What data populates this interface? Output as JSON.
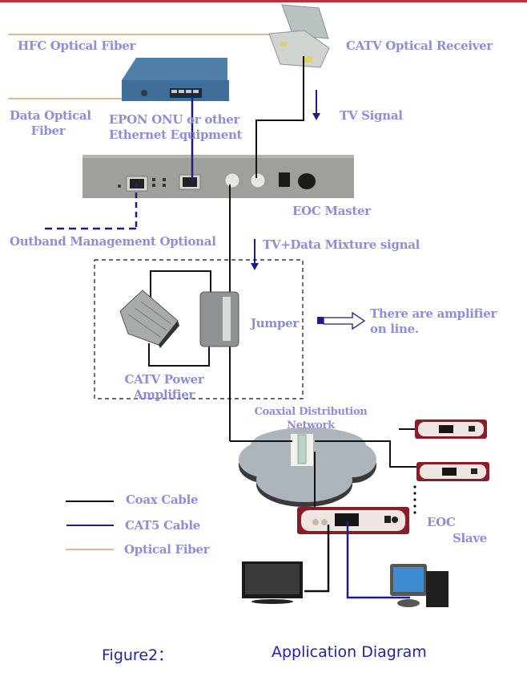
{
  "diagram": {
    "labels": {
      "hfc_fiber": "HFC Optical Fiber",
      "catv_receiver": "CATV Optical Receiver",
      "data_fiber_line1": "Data Optical",
      "data_fiber_line2": "Fiber",
      "epon_line1": "EPON ONU or other",
      "epon_line2": "Ethernet Equipment",
      "tv_signal": "TV Signal",
      "eoc_master": "EOC Master",
      "outband": "Outband Management Optional",
      "mixture": "TV+Data Mixture signal",
      "jumper": "Jumper",
      "amp_note_line1": "There are amplifier",
      "amp_note_line2": "on line.",
      "power_amp_line1": "CATV Power",
      "power_amp_line2": "Amplifier",
      "coax_net_line1": "Coaxial Distribution",
      "coax_net_line2": "Network",
      "eoc_slave_line1": "EOC",
      "eoc_slave_line2": "Slave"
    },
    "legend": [
      {
        "label": "Coax Cable",
        "color": "#111111"
      },
      {
        "label": "CAT5 Cable",
        "color": "#1c1c8a"
      },
      {
        "label": "Optical Fiber",
        "color": "#d89a66"
      }
    ],
    "colors": {
      "label_text": "#8d8ed8",
      "coax": "#111111",
      "cat5": "#1c1c8a",
      "fiber": "#d89a66",
      "arrow": "#1c1c8a"
    }
  },
  "caption": {
    "figure": "Figure2：",
    "title": "Application Diagram"
  }
}
